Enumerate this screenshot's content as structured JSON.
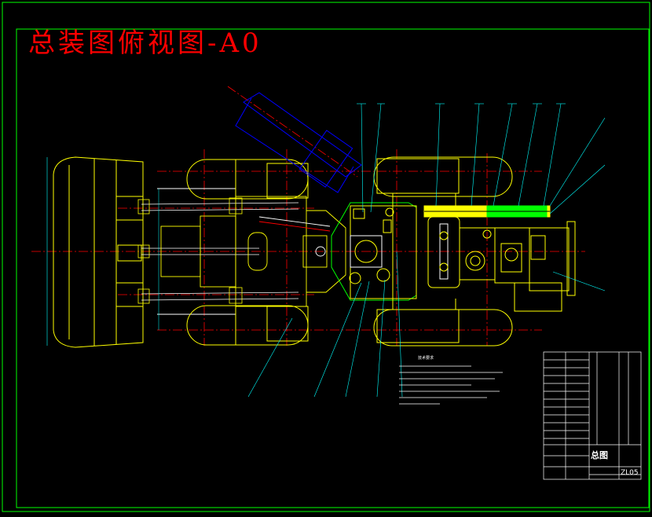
{
  "drawing": {
    "title": "总装图俯视图-A0",
    "titleblock_name": "总图",
    "drawing_code": "ZL05",
    "notes_heading": "技术要求"
  },
  "colors": {
    "background": "#000000",
    "frame": "#00ff00",
    "title": "#ff0000",
    "outline": "#ffff00",
    "centerline": "#ff0000",
    "leader": "#00ffff",
    "hidden": "#0000ff",
    "highlight": "#ffff00",
    "text": "#ffffff"
  }
}
